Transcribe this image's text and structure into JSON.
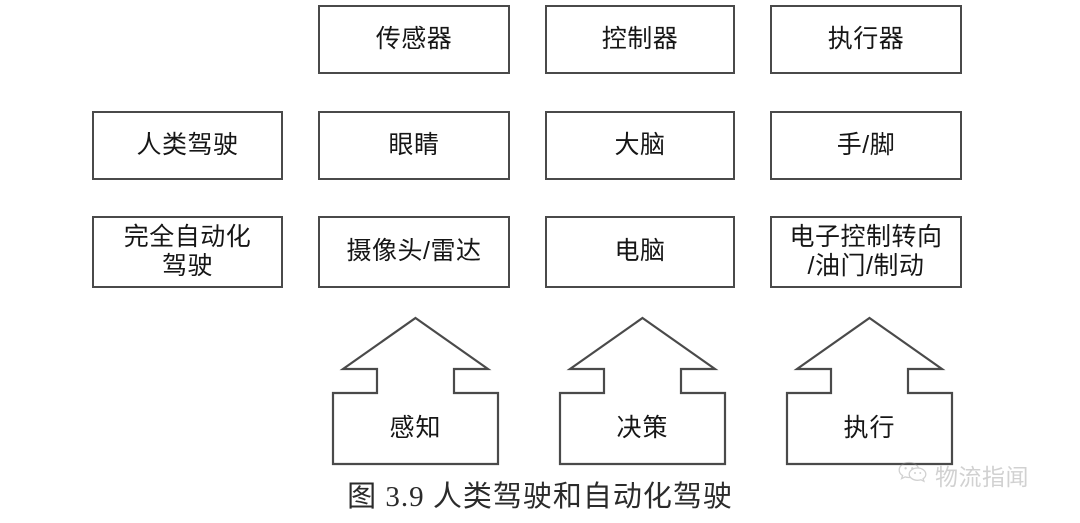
{
  "figure": {
    "caption": "图 3.9  人类驾驶和自动化驾驶",
    "colors": {
      "box_stroke": "#4a4a4a",
      "text": "#161616",
      "background": "#ffffff",
      "watermark": "#8d8d8d"
    }
  },
  "grid": {
    "rows": [
      {
        "name": "component-row",
        "cells": [
          {
            "label": "",
            "present": false
          },
          {
            "label": "传感器",
            "present": true
          },
          {
            "label": "控制器",
            "present": true
          },
          {
            "label": "执行器",
            "present": true
          }
        ]
      },
      {
        "name": "human-driving-row",
        "cells": [
          {
            "label": "人类驾驶",
            "present": true
          },
          {
            "label": "眼睛",
            "present": true
          },
          {
            "label": "大脑",
            "present": true
          },
          {
            "label": "手/脚",
            "present": true
          }
        ]
      },
      {
        "name": "full-automation-row",
        "cells": [
          {
            "label": "完全自动化\n驾驶",
            "present": true
          },
          {
            "label": "摄像头/雷达",
            "present": true
          },
          {
            "label": "电脑",
            "present": true
          },
          {
            "label": "电子控制转向\n/油门/制动",
            "present": true
          }
        ]
      }
    ]
  },
  "arrows": [
    {
      "label": "感知",
      "direction": "up"
    },
    {
      "label": "决策",
      "direction": "up"
    },
    {
      "label": "执行",
      "direction": "up"
    }
  ],
  "watermark": {
    "icon": "wechat-icon",
    "text": "物流指闻"
  }
}
